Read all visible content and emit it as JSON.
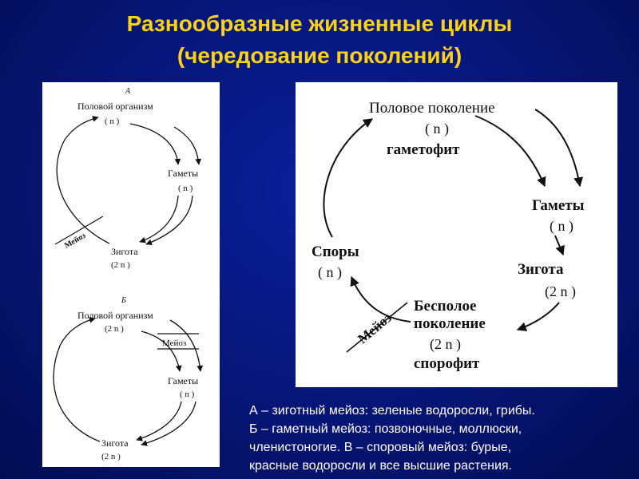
{
  "title": {
    "line1": "Разнообразные жизненные циклы",
    "line2": "(чередование поколений)"
  },
  "diagram_a": {
    "label": "А",
    "sexual_organism": "Половой организм",
    "sexual_ploidy": "( n )",
    "gametes": "Гаметы",
    "gametes_ploidy": "( n )",
    "zygote": "Зигота",
    "zygote_ploidy": "(2 n )",
    "meiosis": "Мейоз"
  },
  "diagram_b": {
    "label": "Б",
    "sexual_organism": "Половой организм",
    "sexual_ploidy": "(2 n )",
    "meiosis": "Мейоз",
    "gametes": "Гаметы",
    "gametes_ploidy": "( n )",
    "zygote": "Зигота",
    "zygote_ploidy": "(2 n )"
  },
  "diagram_c": {
    "sexual_generation": "Половое поколение",
    "sexual_ploidy": "( n )",
    "gametophyte": "гаметофит",
    "gametes": "Гаметы",
    "gametes_ploidy": "( n )",
    "zygote": "Зигота",
    "zygote_ploidy": "(2 n )",
    "asexual_line1": "Бесполое",
    "asexual_line2": "поколение",
    "asexual_ploidy": "(2 n )",
    "sporophyte": "спорофит",
    "spores": "Споры",
    "spores_ploidy": "( n )",
    "meiosis": "Мейоз"
  },
  "caption": {
    "line1": "А – зиготный мейоз: зеленые водоросли, грибы.",
    "line2": "Б – гаметный мейоз: позвоночные, моллюски,",
    "line3": "членистоногие.   В – споровый мейоз: бурые,",
    "line4": "красные водоросли и все высшие растения."
  }
}
